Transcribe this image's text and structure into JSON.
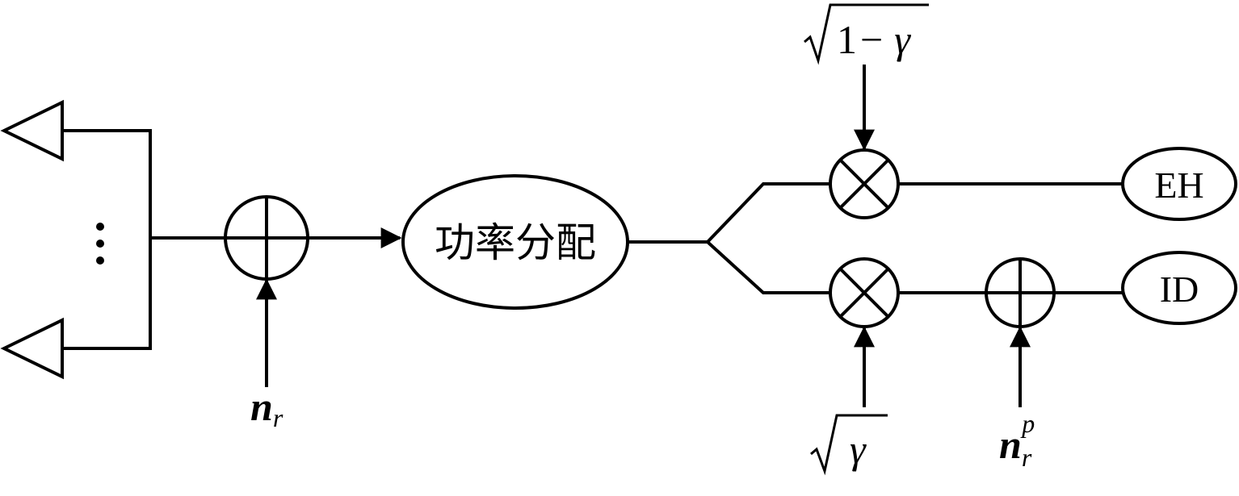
{
  "blocks": {
    "splitter": "功率分配",
    "eh": "EH",
    "id": "ID"
  },
  "labels": {
    "antenna_ellipsis": "⋮",
    "noise_relay": {
      "base": "n",
      "sub": "r"
    },
    "noise_processing": {
      "base": "n",
      "sub": "r",
      "sup": "p"
    },
    "gain_eh": {
      "one": "1",
      "minus": "−",
      "gamma": "γ"
    },
    "gain_id": {
      "gamma": "γ"
    }
  }
}
